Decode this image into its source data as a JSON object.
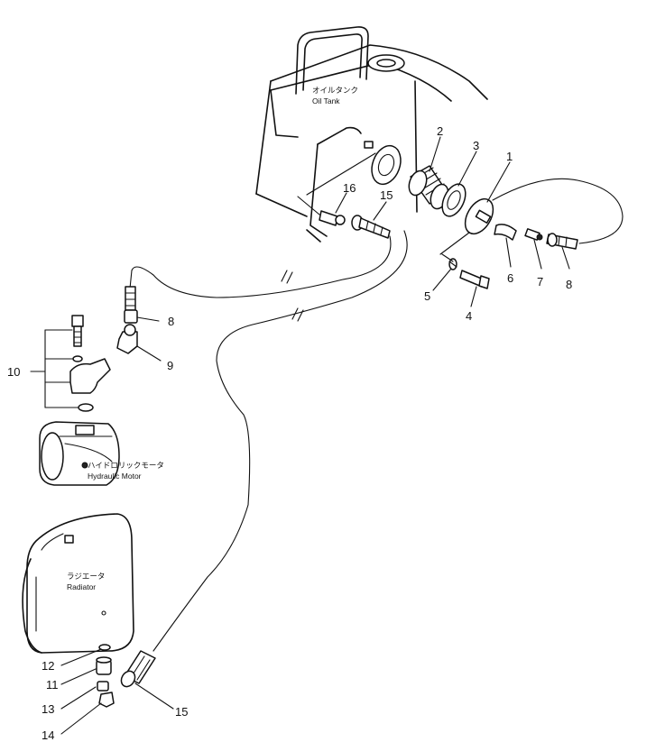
{
  "labels": {
    "oil_tank_jp": "オイルタンク",
    "oil_tank_en": "Oil Tank",
    "hydraulic_motor_jp": "ハイドロリックモータ",
    "hydraulic_motor_en": "Hydraulic Motor",
    "radiator_jp": "ラジエータ",
    "radiator_en": "Radiator"
  },
  "callouts": {
    "c1": "1",
    "c2": "2",
    "c3": "3",
    "c4": "4",
    "c5": "5",
    "c6": "6",
    "c7": "7",
    "c8_tank": "8",
    "c8_motor": "8",
    "c9": "9",
    "c10": "10",
    "c11": "11",
    "c12": "12",
    "c13": "13",
    "c14": "14",
    "c15_tank": "15",
    "c15_radiator": "15",
    "c16": "16"
  }
}
